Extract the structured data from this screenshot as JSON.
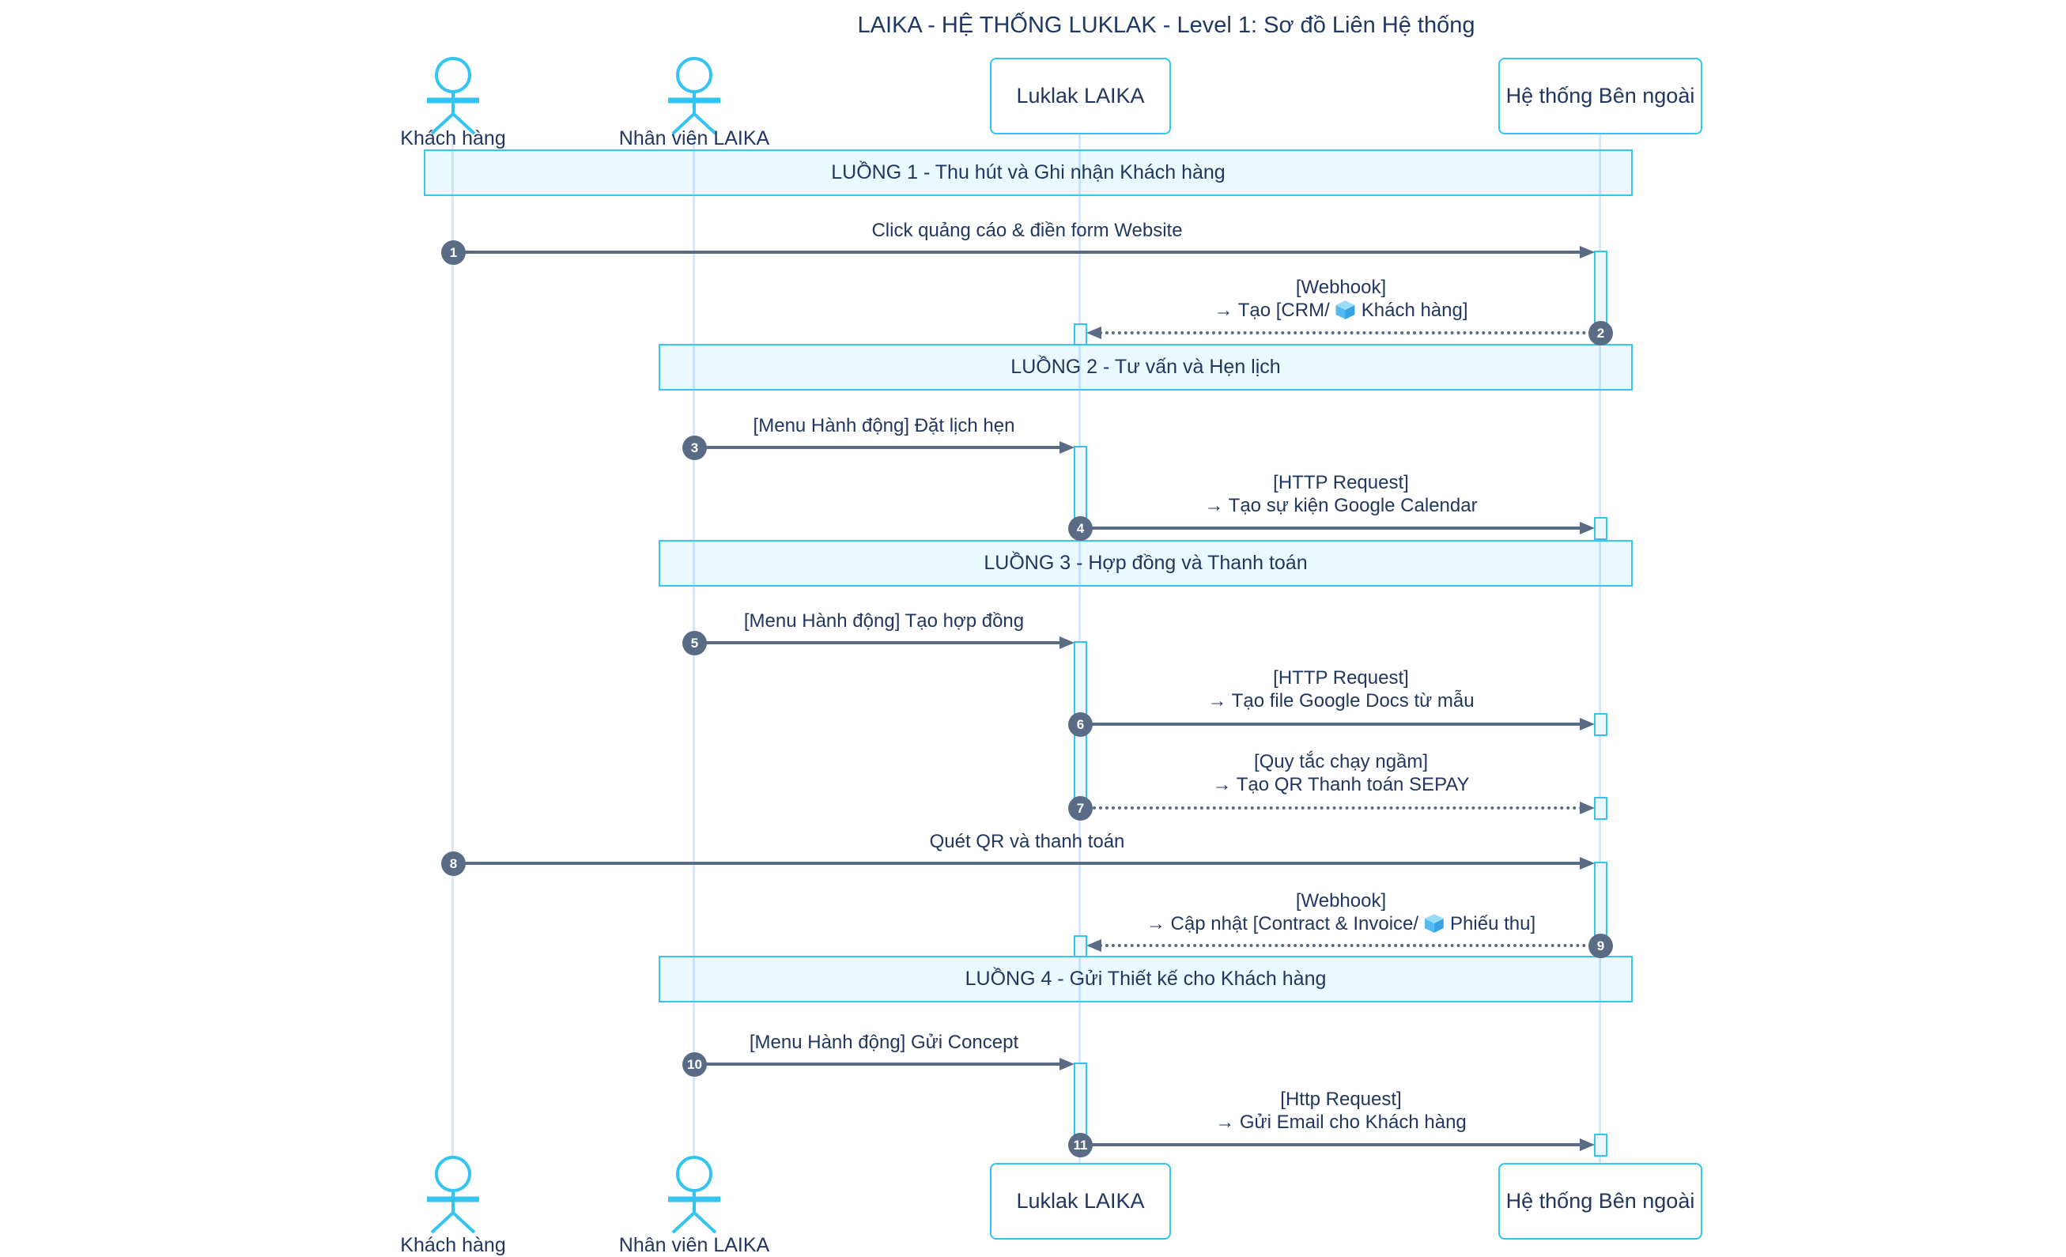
{
  "title": "LAIKA - HỆ THỐNG LUKLAK - Level 1: Sơ đồ Liên Hệ thống",
  "diagram_type": "sequence-diagram",
  "colors": {
    "accent_cyan": "#33c4f1",
    "arrow_slate": "#5a6b85",
    "text_navy": "#21375f",
    "band_fill": "#e8f8fd",
    "lifeline": "#d8e6f7"
  },
  "participants": [
    {
      "name": "Khách hàng",
      "type": "actor"
    },
    {
      "name": "Nhân viên LAIKA",
      "type": "actor"
    },
    {
      "name": "Luklak LAIKA",
      "type": "box"
    },
    {
      "name": "Hệ thống Bên ngoài",
      "type": "box"
    }
  ],
  "sections": [
    {
      "label": "LUỒNG 1 - Thu hút và Ghi nhận Khách hàng"
    },
    {
      "label": "LUỒNG 2 - Tư vấn và Hẹn lịch"
    },
    {
      "label": "LUỒNG 3 - Hợp đồng và Thanh toán"
    },
    {
      "label": "LUỒNG 4 - Gửi Thiết kế cho Khách hàng"
    }
  ],
  "messages": [
    {
      "num": "1",
      "from": "Khách hàng",
      "to": "Hệ thống Bên ngoài",
      "line": "solid",
      "text": "Click quảng cáo & điền form Website"
    },
    {
      "num": "2",
      "from": "Hệ thống Bên ngoài",
      "to": "Luklak LAIKA",
      "line": "dashed",
      "line1": "[Webhook]",
      "line2a": "→ Tạo [CRM/",
      "icon": "ice-cube",
      "line2b": "Khách hàng]"
    },
    {
      "num": "3",
      "from": "Nhân viên LAIKA",
      "to": "Luklak LAIKA",
      "line": "solid",
      "text": "[Menu Hành động] Đặt lịch hẹn"
    },
    {
      "num": "4",
      "from": "Luklak LAIKA",
      "to": "Hệ thống Bên ngoài",
      "line": "solid",
      "line1": "[HTTP Request]",
      "line2": "→ Tạo sự kiện Google Calendar"
    },
    {
      "num": "5",
      "from": "Nhân viên LAIKA",
      "to": "Luklak LAIKA",
      "line": "solid",
      "text": "[Menu Hành động] Tạo hợp đồng"
    },
    {
      "num": "6",
      "from": "Luklak LAIKA",
      "to": "Hệ thống Bên ngoài",
      "line": "solid",
      "line1": "[HTTP Request]",
      "line2": "→ Tạo file Google Docs từ mẫu"
    },
    {
      "num": "7",
      "from": "Luklak LAIKA",
      "to": "Hệ thống Bên ngoài",
      "line": "dashed",
      "line1": "[Quy tắc chạy ngầm]",
      "line2": "→ Tạo QR Thanh toán SEPAY"
    },
    {
      "num": "8",
      "from": "Khách hàng",
      "to": "Hệ thống Bên ngoài",
      "line": "solid",
      "text": "Quét QR và thanh toán"
    },
    {
      "num": "9",
      "from": "Hệ thống Bên ngoài",
      "to": "Luklak LAIKA",
      "line": "dashed",
      "line1": "[Webhook]",
      "line2a": "→ Cập nhật [Contract & Invoice/",
      "icon": "ice-cube",
      "line2b": "Phiếu thu]"
    },
    {
      "num": "10",
      "from": "Nhân viên LAIKA",
      "to": "Luklak LAIKA",
      "line": "solid",
      "text": "[Menu Hành động] Gửi Concept"
    },
    {
      "num": "11",
      "from": "Luklak LAIKA",
      "to": "Hệ thống Bên ngoài",
      "line": "solid",
      "line1": "[Http Request]",
      "line2": "→ Gửi Email cho Khách hàng"
    }
  ]
}
